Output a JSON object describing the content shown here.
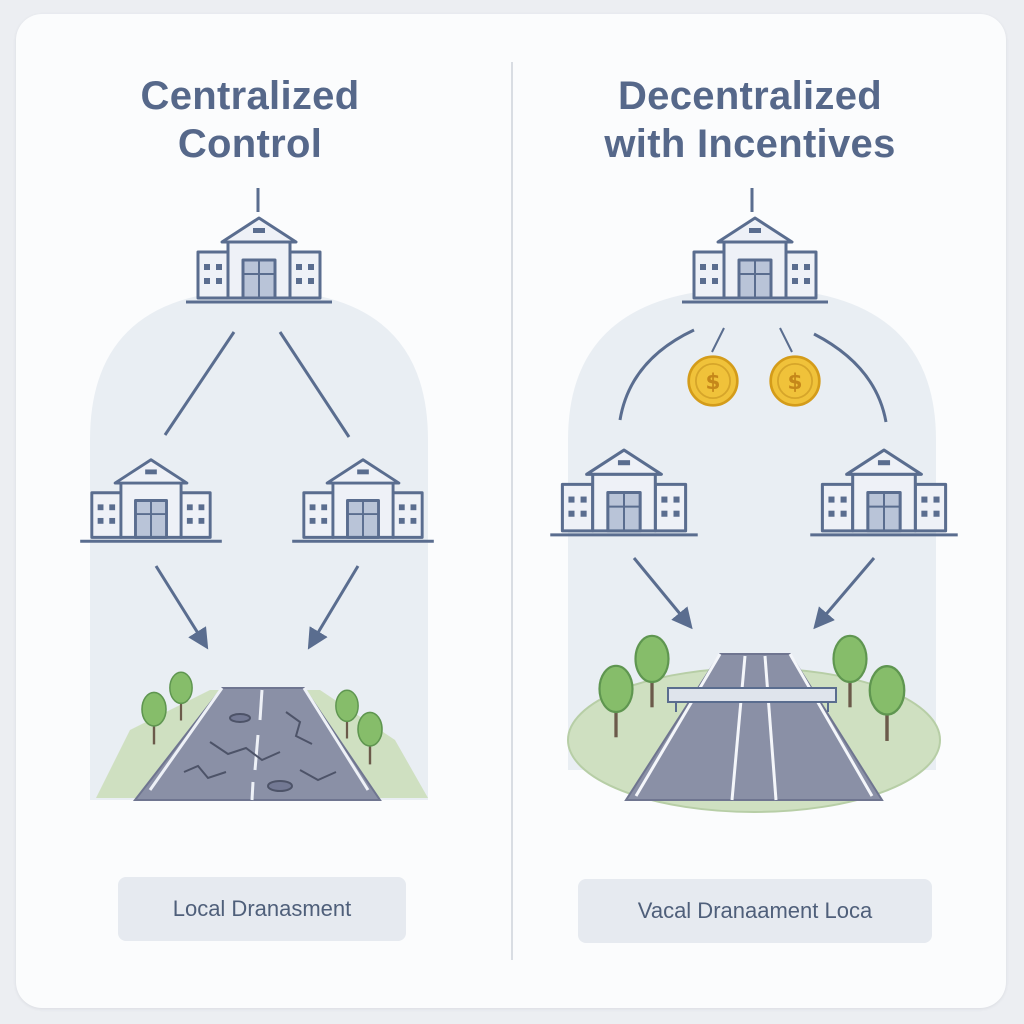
{
  "left_panel": {
    "title_line1": "Centralized",
    "title_line2": "Control",
    "caption": "Local Dranasment"
  },
  "right_panel": {
    "title_line1": "Decentralized",
    "title_line2": "with Incentives",
    "caption": "Vacal Dranaament Loca"
  },
  "icons": {
    "building": "government-building-icon",
    "coin": "dollar-coin-icon",
    "road": "road-icon",
    "tree": "tree-icon",
    "arrow": "arrow-icon"
  },
  "colors": {
    "title": "#56688a",
    "building_stroke": "#5a6d8f",
    "coin": "#f0c23a",
    "tree": "#7fb865",
    "road": "#8a90a6",
    "caption_bg": "#e6eaf0"
  }
}
